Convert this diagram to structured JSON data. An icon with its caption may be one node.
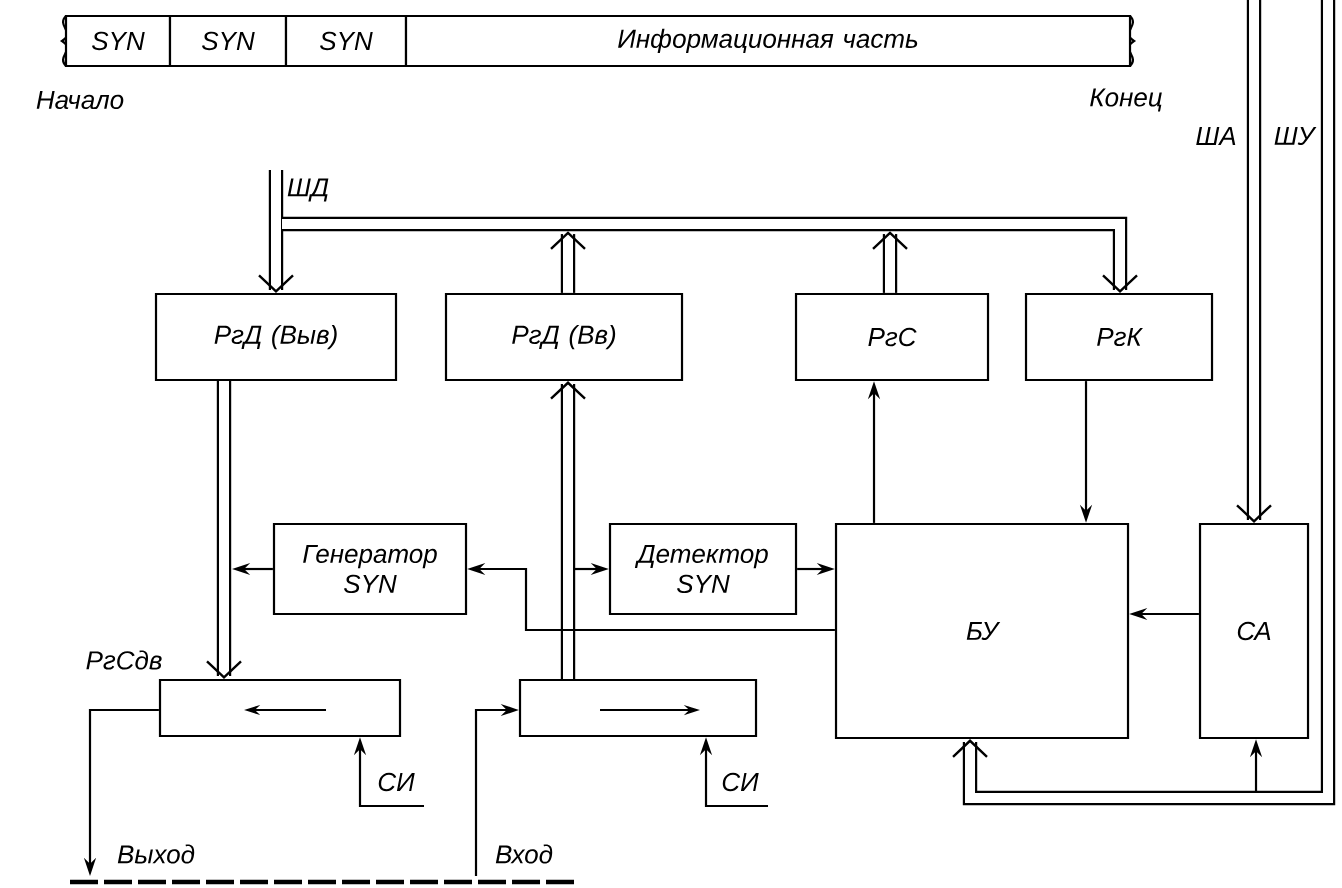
{
  "diagram": {
    "nodes": [
      {
        "text": [
          "SYN"
        ]
      },
      {
        "text": [
          "SYN"
        ]
      },
      {
        "text": [
          "SYN"
        ]
      },
      {
        "text": [
          "Информационная часть"
        ]
      },
      {
        "text": [
          "РгД (Выв)"
        ]
      },
      {
        "text": [
          "РгД (Вв)"
        ]
      },
      {
        "text": [
          "РгС"
        ]
      },
      {
        "text": [
          "РгК"
        ]
      },
      {
        "text": [
          "Генератор SYN"
        ]
      },
      {
        "text": [
          "Детектор SYN"
        ]
      },
      {
        "text": [
          "БУ"
        ]
      },
      {
        "text": [
          "СА"
        ]
      },
      {
        "text": [],
        "shape": "box",
        "beside": [
          "РгСдв"
        ]
      },
      {
        "text": [],
        "shape": "box"
      }
    ],
    "edges": [
      {
        "from": null,
        "to": 7,
        "arrow": "to",
        "style": "thick"
      },
      {
        "from": null,
        "to": 4,
        "arrow": "to",
        "style": "thick",
        "label": "ШД"
      },
      {
        "from": 5,
        "to": null,
        "arrow": "to",
        "style": "thick"
      },
      {
        "from": 6,
        "to": null,
        "arrow": "to",
        "style": "thick"
      },
      {
        "from": null,
        "to": 11,
        "arrow": "to",
        "style": "thick",
        "label": "ША"
      },
      {
        "from": null,
        "to": 10,
        "arrow": "to",
        "style": "thick",
        "label": "ШУ"
      },
      {
        "from": null,
        "to": 11,
        "arrow": "to"
      },
      {
        "from": 4,
        "to": 12,
        "arrow": "to",
        "style": "thick"
      },
      {
        "from": 13,
        "to": 5,
        "arrow": "to",
        "style": "thick"
      },
      {
        "from": 8,
        "to": null,
        "arrow": "to"
      },
      {
        "from": 10,
        "to": 8,
        "arrow": "to"
      },
      {
        "from": null,
        "to": 9,
        "arrow": "to"
      },
      {
        "from": 9,
        "to": 10,
        "arrow": "to"
      },
      {
        "from": 10,
        "to": 6,
        "arrow": "to"
      },
      {
        "from": 7,
        "to": 10,
        "arrow": "to"
      },
      {
        "from": 11,
        "to": 10,
        "arrow": "to"
      },
      {
        "from": 12,
        "to": null,
        "arrow": "to",
        "label": "Выход"
      },
      {
        "from": null,
        "to": 13,
        "arrow": "to",
        "label": "Вход"
      },
      {
        "from": null,
        "to": 12,
        "arrow": "to",
        "label": "СИ"
      },
      {
        "from": null,
        "to": 13,
        "arrow": "to",
        "label": "СИ"
      }
    ],
    "labels": [
      "Начало",
      "Конец"
    ]
  }
}
